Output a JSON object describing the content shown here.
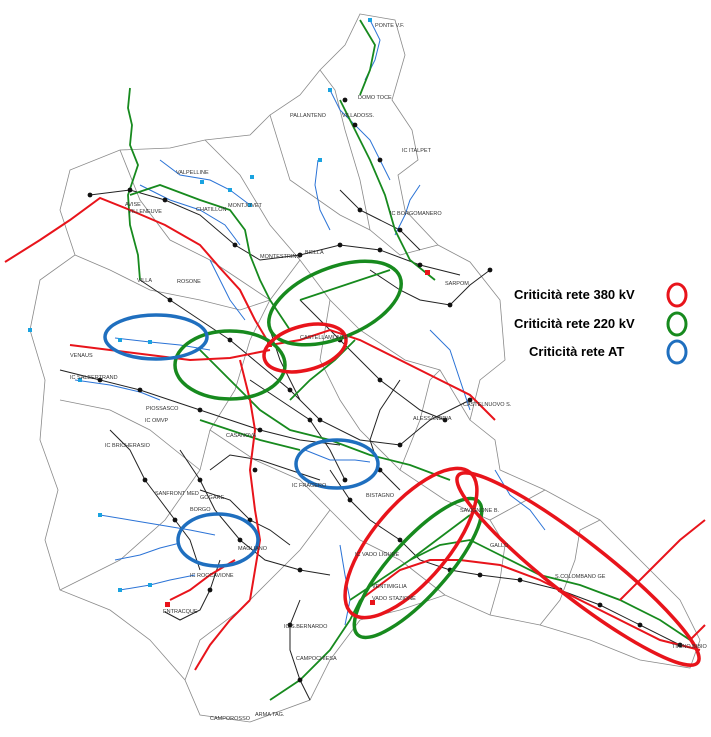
{
  "legend": {
    "items": [
      {
        "label": "Criticità rete 380 kV",
        "color": "#e8141b"
      },
      {
        "label": "Criticità rete 220 kV",
        "color": "#178a1e"
      },
      {
        "label": "Criticità rete AT",
        "color": "#1f6fbf"
      }
    ]
  },
  "places": [
    "PONTE V.F.",
    "DOMO TOCE",
    "PALLANTENO",
    "VILLADOSS.",
    "IC ITALPET",
    "VALPELLINE",
    "AVISE",
    "VILLENEUVE",
    "CHATILLON",
    "MONTJOVET",
    "MONTESTRINO",
    "BIELLA",
    "CASTELLAMONTE",
    "IC BORGOMANERO",
    "VILLA",
    "ROSONE",
    "SARPOM",
    "VENAUS",
    "IC SALBERTRAND",
    "PIOSSASCO",
    "IC OMVP",
    "IC BRICHERASIO",
    "CASANOVA",
    "IC FRAGERO",
    "BISTAGNO",
    "ALESSANDRIA",
    "CASTELNUOVO S.",
    "SANFRONT MED",
    "GOGARE",
    "BORGO",
    "MAGLIANO",
    "IC VADO LIGURE",
    "IC ROCCAVIONE",
    "ENTRACQUE",
    "IC S.BERNARDO",
    "CAMPOCHIESA",
    "CAMPOROSSO",
    "ARMA TAG.",
    "GALLO",
    "S.COLOMBANO GE",
    "SAVIGNONE B.",
    "VADO STAZIONE",
    "VENTIMIGLIA",
    "TIRINO BIBIO"
  ],
  "colors": {
    "line_380": "#e8141b",
    "line_220": "#178a1e",
    "line_at": "#2b73d6",
    "line_other": "#222222",
    "border": "#8a8a8a",
    "station": "#111111",
    "station_at": "#1aa3e0"
  }
}
